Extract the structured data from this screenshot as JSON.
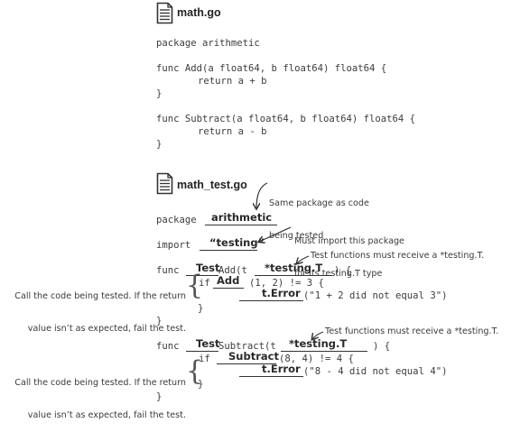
{
  "file1": {
    "name": "math.go",
    "icon": "document-icon",
    "lines": [
      "package arithmetic",
      "func Add(a float64, b float64) float64 {",
      "return a + b",
      "}",
      "func Subtract(a float64, b float64) float64 {",
      "return a - b",
      "}"
    ]
  },
  "file2": {
    "name": "math_test.go",
    "icon": "document-icon",
    "code": {
      "package_kw": "package",
      "import_kw": "import",
      "func_kw1": "func",
      "add_sig_a": "Add(t",
      "add_sig_b": ") {",
      "if1_a": "if",
      "if1_b": "(1, 2) != 3 {",
      "err1": "(\"1 + 2 did not equal 3\")",
      "close1": "}",
      "func_kw2": "func",
      "sub_sig_a": "Subtract(t",
      "sub_sig_b": ") {",
      "if2_a": "if",
      "if2_b": "(8, 4) != 4 {",
      "err2": "(\"8 - 4 did not equal 4\")",
      "close2": "}"
    },
    "blanks": {
      "package_name": "arithmetic",
      "import_path": "“testing”",
      "test1": "Test",
      "testingT1": "*testing.T",
      "call_add": "Add",
      "terror1": "t.Error",
      "test2": "Test",
      "testingT2": "*testing.T",
      "call_sub": "Subtract",
      "terror2": "t.Error"
    }
  },
  "annotations": {
    "same_package": [
      "Same package as code",
      "being tested"
    ],
    "must_import": [
      "Must import this package",
      "for its testing.T type"
    ],
    "receive1": "Test functions must receive a *testing.T.",
    "call1": [
      "Call the code being tested. If the return",
      "value isn’t as expected, fail the test."
    ],
    "receive2": "Test functions must receive a *testing.T.",
    "call2": [
      "Call the code being tested. If the return",
      "value isn’t as expected, fail the test."
    ]
  }
}
